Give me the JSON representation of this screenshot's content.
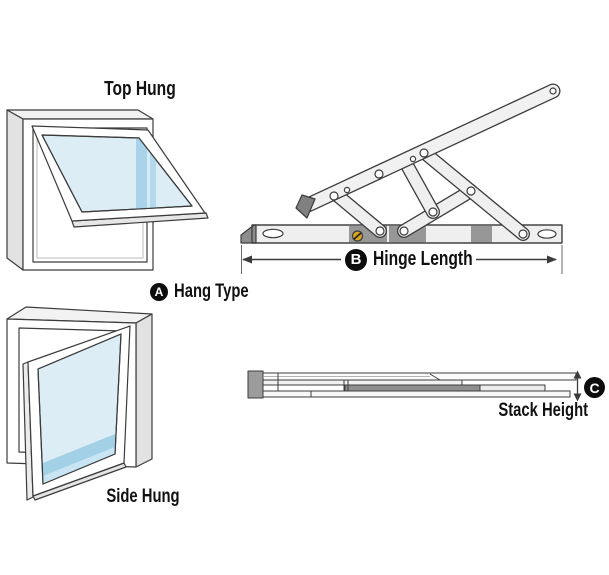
{
  "figure": {
    "background": "#ffffff",
    "windows": [
      {
        "id": "top-hung",
        "label": "Top Hung"
      },
      {
        "id": "side-hung",
        "label": "Side Hung"
      }
    ],
    "callouts": [
      {
        "marker": "A",
        "label": "Hang Type"
      },
      {
        "marker": "B",
        "label": "Hinge Length"
      },
      {
        "marker": "C",
        "label": "Stack Height"
      }
    ],
    "colors": {
      "outline": "#3c3c3c",
      "label_text": "#111111",
      "marker_bg": "#0d0d0d",
      "marker_text": "#ffffff",
      "metal_light": "#efefef",
      "metal_gray": "#979797",
      "dark_tip_gray": "#808080",
      "glass": "#dcedf6",
      "glass_band": "#a9d3e8",
      "screw_gold": "#d7a421"
    }
  }
}
